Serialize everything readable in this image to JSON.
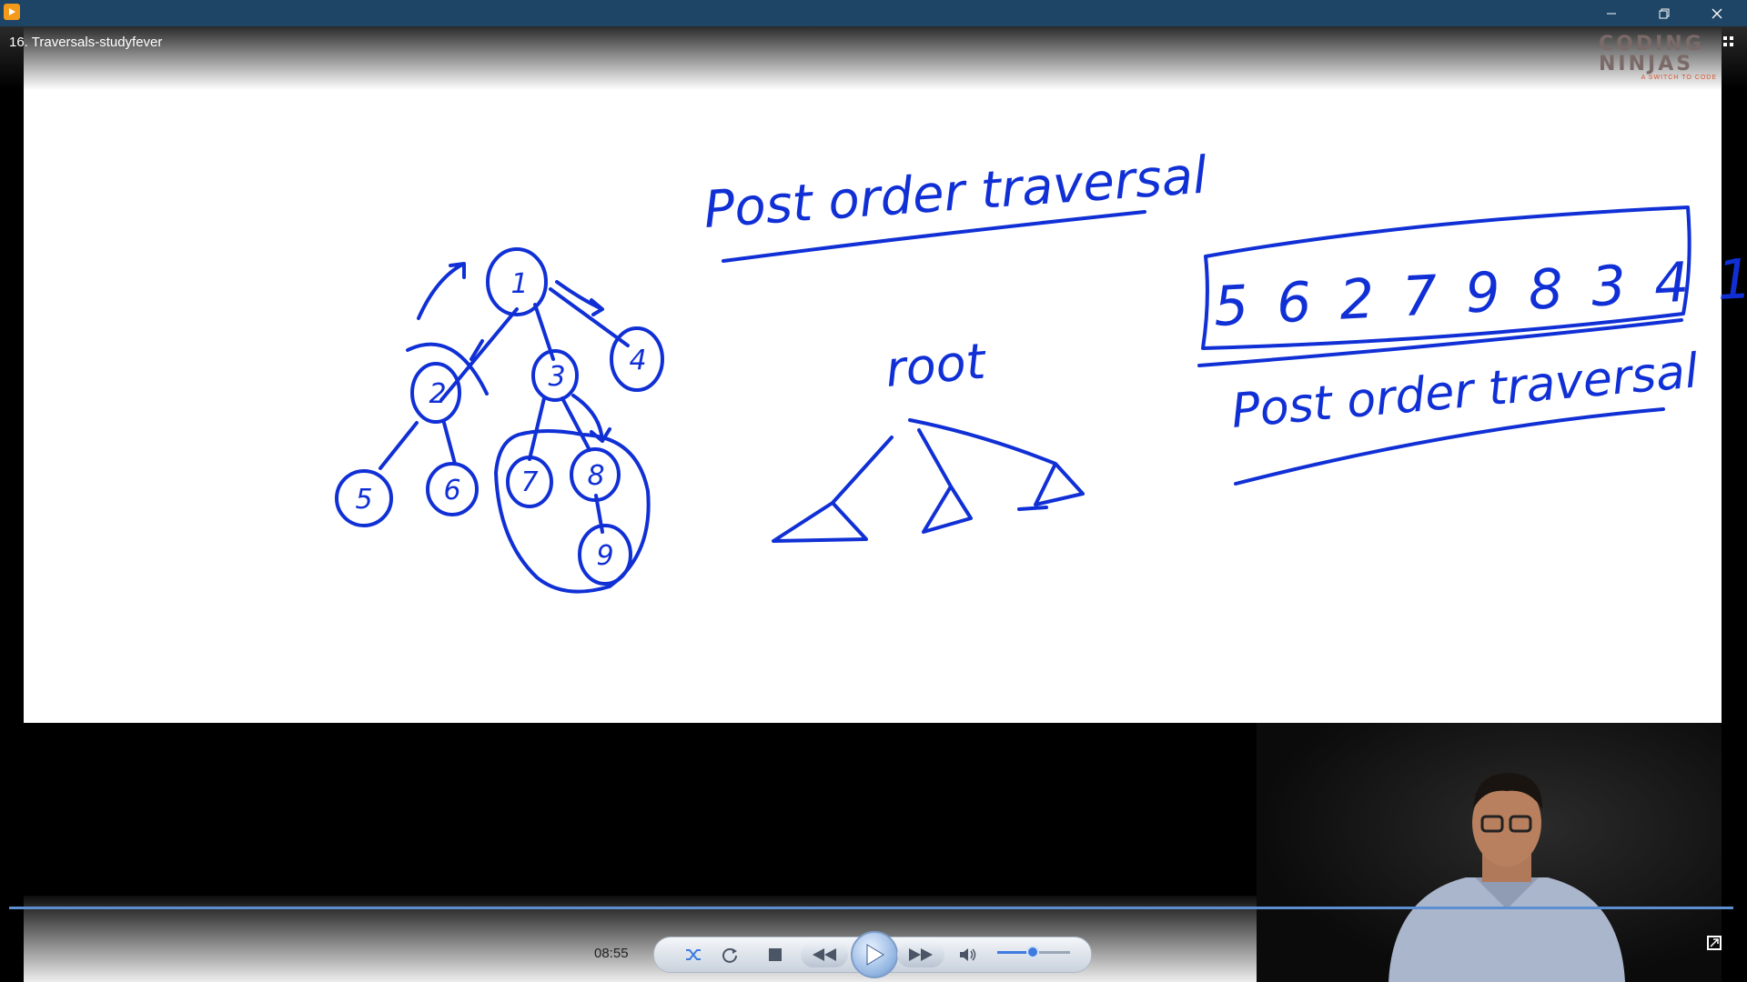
{
  "window": {
    "title": "16. Traversals-studyfever"
  },
  "logo": {
    "line1": "CODING",
    "line2": "NINJAS",
    "tagline": "A SWITCH TO CODE"
  },
  "whiteboard": {
    "heading1": "Post order traversal",
    "heading2": "Post order traversal",
    "root_label": "root",
    "result_sequence": "5 6 2 7 9 8 3 4 1",
    "tree_nodes": [
      "1",
      "2",
      "3",
      "4",
      "5",
      "6",
      "7",
      "8",
      "9"
    ]
  },
  "player": {
    "time": "08:55",
    "volume_level": 0.48,
    "accent_color": "#3d7be0",
    "icons": [
      "shuffle-icon",
      "repeat-icon",
      "stop-icon",
      "rewind-icon",
      "play-icon",
      "fast-forward-icon",
      "volume-icon",
      "expand-icon"
    ]
  },
  "ink_color": "#1030d6"
}
